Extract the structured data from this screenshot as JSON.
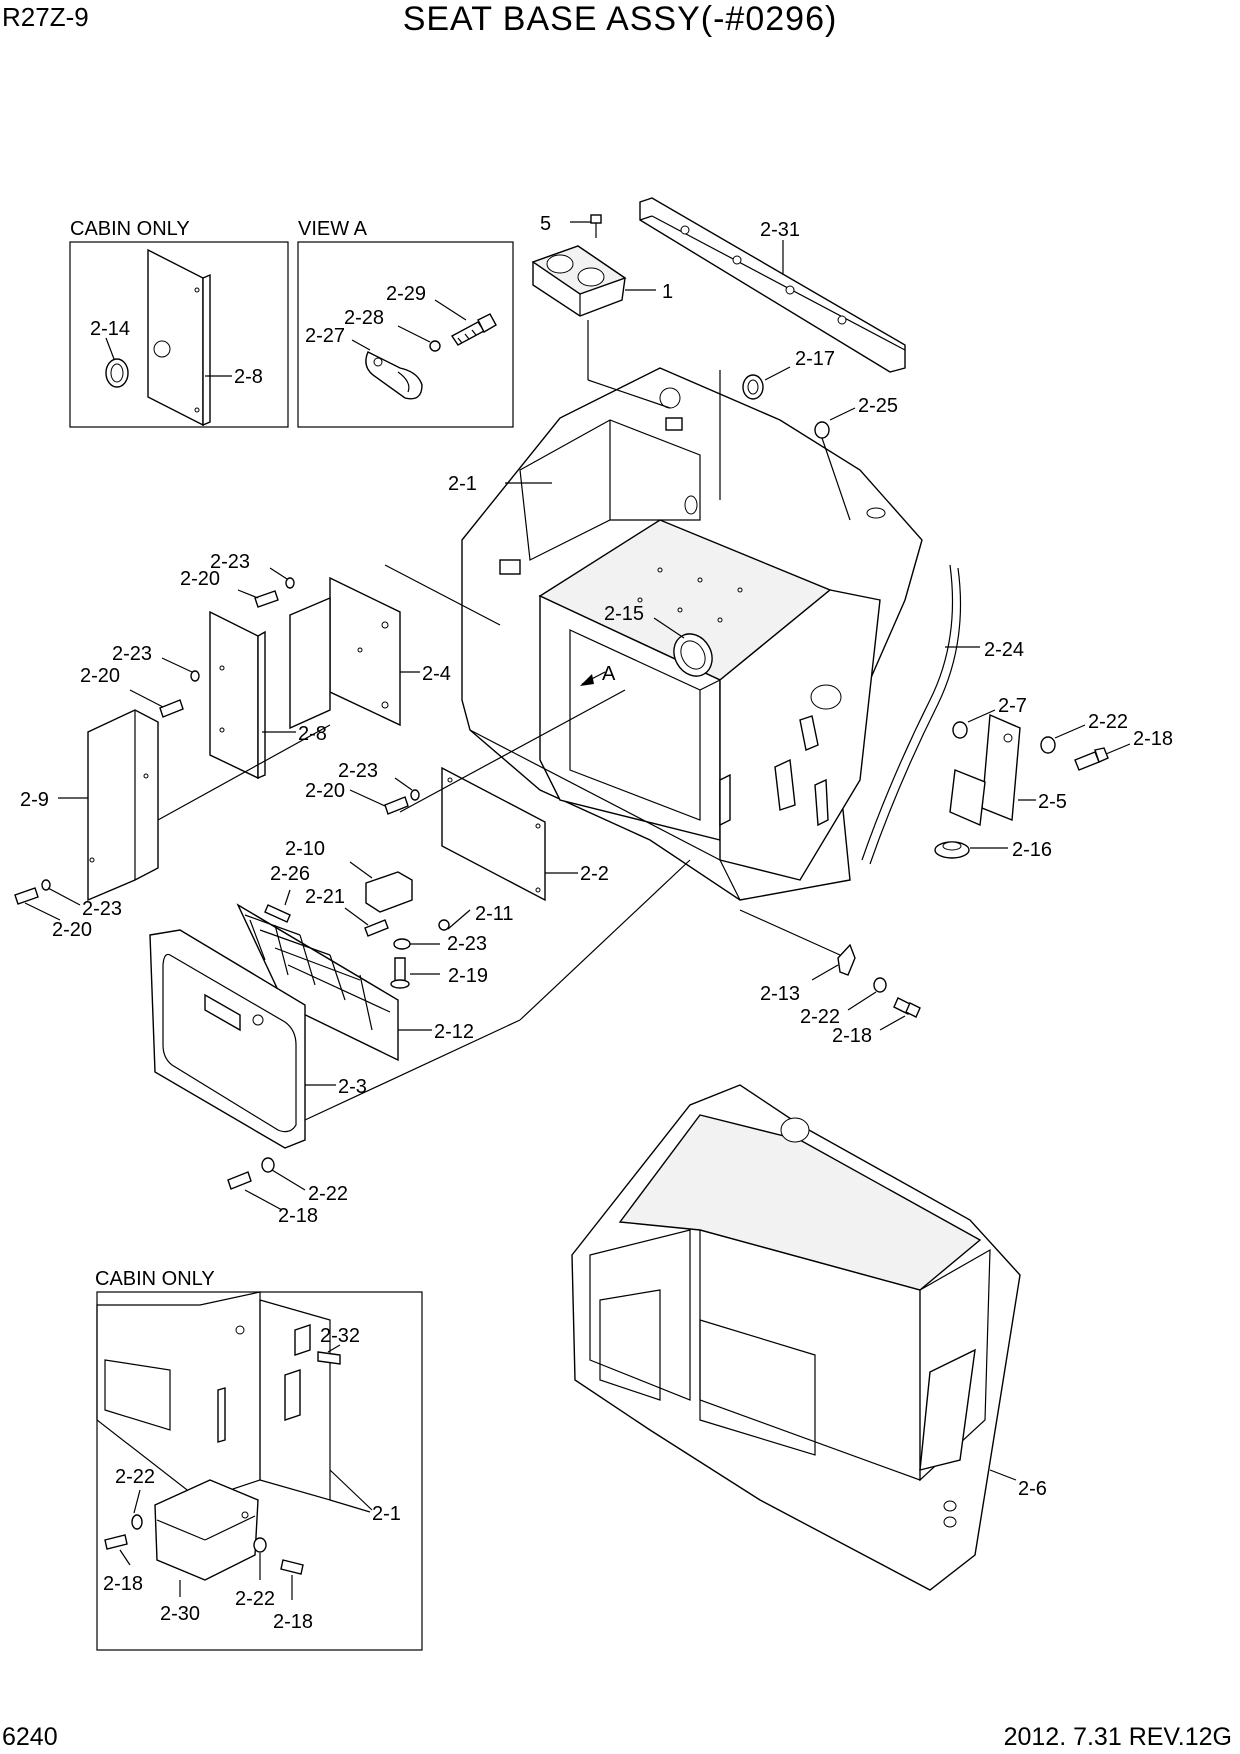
{
  "header": {
    "model": "R27Z-9",
    "title": "SEAT BASE ASSY(-#0296)"
  },
  "footer": {
    "page_number": "6240",
    "revision": "2012. 7.31  REV.12G"
  },
  "panels": {
    "cabin_only_top": "CABIN ONLY",
    "view_a": "VIEW A",
    "cabin_only_bottom": "CABIN ONLY"
  },
  "view_marker": "A",
  "callouts": {
    "p5": "5",
    "p2_31": "2-31",
    "p1": "1",
    "p2_17": "2-17",
    "p2_25": "2-25",
    "p2_1": "2-1",
    "p2_15": "2-15",
    "p2_24": "2-24",
    "p2_7": "2-7",
    "p2_22_r": "2-22",
    "p2_18_r": "2-18",
    "p2_5": "2-5",
    "p2_16": "2-16",
    "p2_13": "2-13",
    "p2_22_b": "2-22",
    "p2_18_b": "2-18",
    "p2_14": "2-14",
    "p2_8_box": "2-8",
    "p2_29": "2-29",
    "p2_28": "2-28",
    "p2_27": "2-27",
    "p2_23_a": "2-23",
    "p2_20_a": "2-20",
    "p2_4": "2-4",
    "p2_23_b": "2-23",
    "p2_20_b": "2-20",
    "p2_8": "2-8",
    "p2_9": "2-9",
    "p2_23_c": "2-23",
    "p2_20_c": "2-20",
    "p2_23_d": "2-23",
    "p2_20_d": "2-20",
    "p2_10": "2-10",
    "p2_26": "2-26",
    "p2_21": "2-21",
    "p2_11": "2-11",
    "p2_23_e": "2-23",
    "p2_2": "2-2",
    "p2_19": "2-19",
    "p2_12": "2-12",
    "p2_3": "2-3",
    "p2_22_l": "2-22",
    "p2_18_l": "2-18",
    "p2_32": "2-32",
    "p2_22_c1": "2-22",
    "p2_1_c": "2-1",
    "p2_18_c1": "2-18",
    "p2_30": "2-30",
    "p2_22_c2": "2-22",
    "p2_18_c2": "2-18",
    "p2_6": "2-6"
  }
}
